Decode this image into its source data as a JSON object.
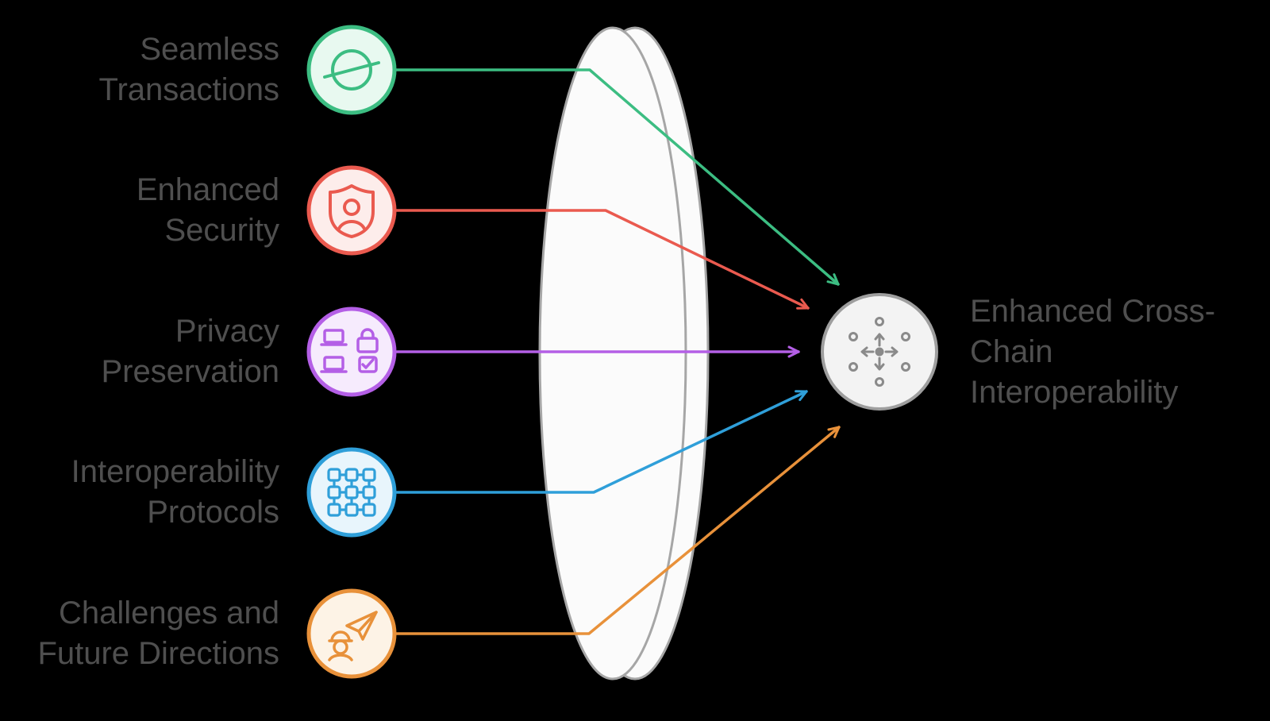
{
  "theme": {
    "background": "#000000",
    "text": "#4f4f4f"
  },
  "items": [
    {
      "label": "Seamless Transactions",
      "lines": [
        "Seamless",
        "Transactions"
      ],
      "color": "#3cbd82",
      "fill": "#e8f9f0",
      "icon": "stellar-planet-icon"
    },
    {
      "label": "Enhanced Security",
      "lines": [
        "Enhanced",
        "Security"
      ],
      "color": "#ea5a4f",
      "fill": "#fdedeb",
      "icon": "user-shield-icon"
    },
    {
      "label": "Privacy Preservation",
      "lines": [
        "Privacy",
        "Preservation"
      ],
      "color": "#b45fe6",
      "fill": "#f6ebfd",
      "icon": "devices-lock-icon"
    },
    {
      "label": "Interoperability Protocols",
      "lines": [
        "Interoperability",
        "Protocols"
      ],
      "color": "#2f9fd9",
      "fill": "#e8f5fc",
      "icon": "blockchain-grid-icon"
    },
    {
      "label": "Challenges and Future Directions",
      "lines": [
        "Challenges and",
        "Future Directions"
      ],
      "color": "#e8913a",
      "fill": "#fdf3e6",
      "icon": "person-paper-plane-icon"
    }
  ],
  "target": {
    "label": "Enhanced Cross-Chain Interoperability",
    "lines": [
      "Enhanced Cross-",
      "Chain",
      "Interoperability"
    ],
    "color": "#9e9e9e",
    "fill": "#f3f3f3",
    "icon_color": "#8a8a8a",
    "icon": "hub-network-icon"
  },
  "lens": {
    "fill": "#fbfbfb",
    "stroke": "#a6a6a6"
  }
}
